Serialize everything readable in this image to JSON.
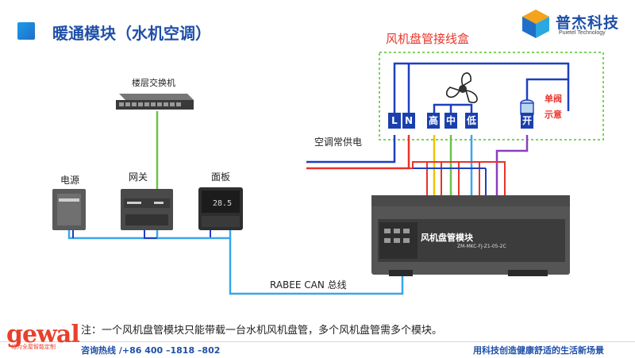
{
  "header": {
    "title": "暖通模块（水机空调）",
    "logo_brand": "普杰科技",
    "logo_sub": "Puietel Technology"
  },
  "devices": {
    "switch_label": "楼层交换机",
    "power_label": "电源",
    "gateway_label": "网关",
    "panel_label": "面板",
    "module_name": "风机盘管模块",
    "module_model": "ZM-MKC-FJ-Z1-05-2C"
  },
  "fcu_box": {
    "title": "风机盘管接线盒",
    "terminals": [
      "L",
      "N",
      "高",
      "中",
      "低",
      "开"
    ],
    "valve_label_1": "单阀",
    "valve_label_2": "示意"
  },
  "bus": {
    "power_label": "空调常供电",
    "can_label": "RABEE CAN 总线"
  },
  "note": "注：一个风机盘管模块只能带载一台水机风机盘管，多个风机盘管需多个模块。",
  "footer": {
    "brand": "gewal",
    "brand_sub": "格为全屋智能定制",
    "hotline": "咨询热线 /+86 400 –1818 –802",
    "slogan": "用科技创造健康舒适的生活新场景"
  },
  "colors": {
    "title_blue": "#1f4fa8",
    "wire_red": "#e8332b",
    "wire_blue": "#1e3fc0",
    "wire_yellow": "#f2c200",
    "wire_green": "#6cc24a",
    "wire_cyan": "#3aa6e8",
    "wire_purple": "#8a3fc0",
    "box_green": "#7dd35a"
  }
}
